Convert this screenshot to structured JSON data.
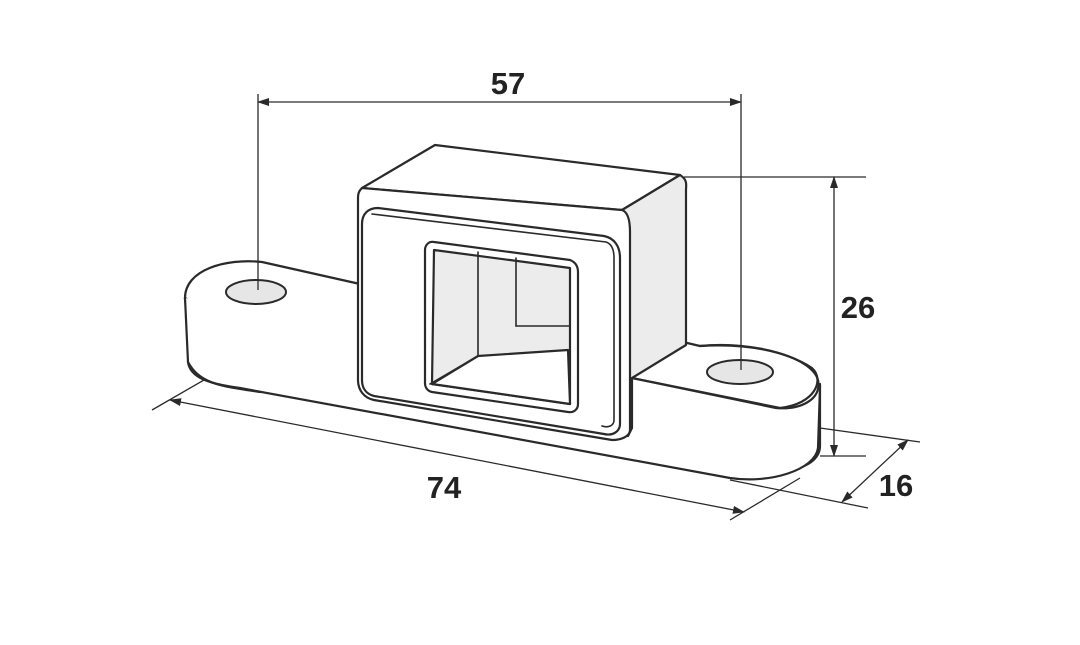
{
  "dimensions": {
    "top_width": "57",
    "height": "26",
    "length": "74",
    "depth": "16"
  },
  "colors": {
    "line": "#2a2a2a",
    "text": "#222222",
    "background": "#ffffff"
  }
}
